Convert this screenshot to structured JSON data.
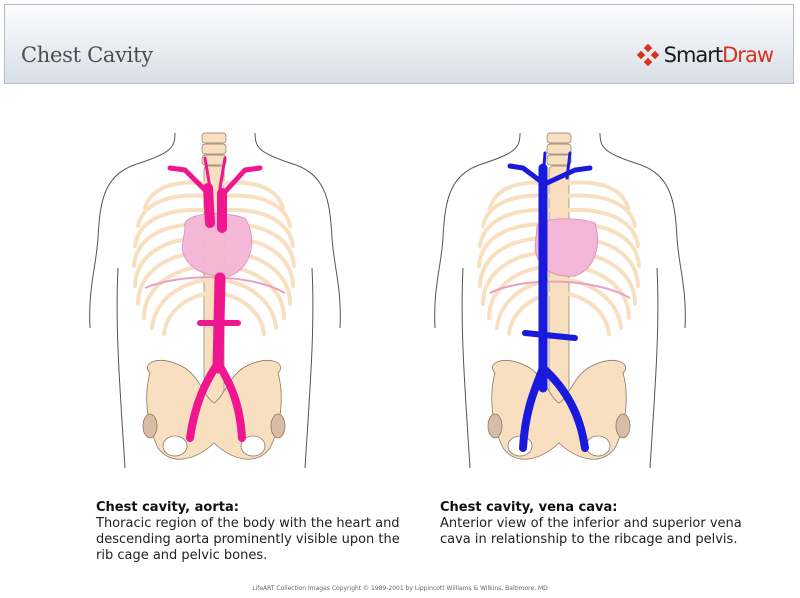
{
  "header": {
    "title": "Chest Cavity",
    "logo": {
      "smart": "Smart",
      "draw": "Draw",
      "icon": "smartdraw-diamond-icon",
      "colors": {
        "icon": "#d6321e",
        "smart": "#1b1b1b",
        "draw": "#d6321e"
      }
    }
  },
  "figures": [
    {
      "id": "aorta",
      "caption_title": "Chest cavity, aorta:",
      "caption_body": "Thoracic region of the body with the heart and descending aorta prominently visible upon the rib cage and pelvic bones.",
      "vessel_color": "#f0168f"
    },
    {
      "id": "vena-cava",
      "caption_title": "Chest cavity, vena cava:",
      "caption_body": "Anterior view of the inferior and superior vena cava in relationship to the ribcage and pelvis.",
      "vessel_color": "#1a1adc"
    }
  ],
  "colors": {
    "bone": "#f8dfc0",
    "bone_outline": "#8a7a66",
    "heart": "#f4b6d6",
    "skin_outline": "#555555"
  },
  "footer": {
    "credit": "LifeART Collection Images Copyright © 1989-2001 by Lippincott Williams & Wilkins, Baltimore, MD"
  }
}
